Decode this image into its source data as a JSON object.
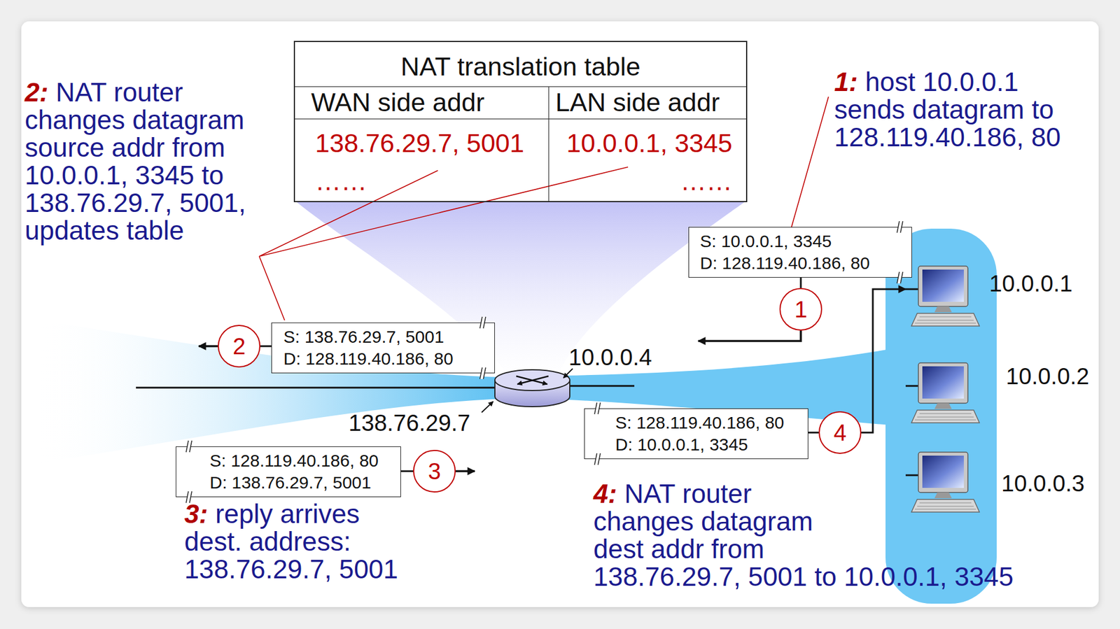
{
  "diagram": {
    "nodes": [
      {
        "text": [
          "NAT translation table"
        ]
      },
      {
        "text": [
          "WAN side addr"
        ],
        "in": 0
      },
      {
        "text": [
          "LAN side addr"
        ],
        "in": 0
      },
      {
        "text": [
          "138.76.29.7, 5001",
          "……"
        ],
        "in": 0
      },
      {
        "text": [
          "10.0.0.1, 3345",
          "……"
        ],
        "in": 0
      },
      {
        "text": [
          "S: 10.0.0.1, 3345",
          "D: 128.119.40.186, 80"
        ]
      },
      {
        "text": [
          "1"
        ]
      },
      {
        "text": [
          "10.0.0.1"
        ]
      },
      {
        "text": [
          "2"
        ]
      },
      {
        "text": [
          "S: 138.76.29.7, 5001",
          "D: 128.119.40.186, 80"
        ]
      },
      {
        "text": [
          "10.0.0.2"
        ]
      },
      {
        "text": [
          "S: 128.119.40.186, 80",
          "D: 10.0.0.1, 3345"
        ]
      },
      {
        "text": [
          "4"
        ]
      },
      {
        "text": [
          "S: 128.119.40.186, 80",
          "D: 138.76.29.7, 5001"
        ]
      },
      {
        "text": [
          "3"
        ]
      },
      {
        "text": [
          "10.0.0.3"
        ]
      }
    ],
    "edges": [
      {
        "from": 5,
        "to": 6,
        "arrow": "none"
      },
      {
        "from": 8,
        "to": 9,
        "arrow": "none"
      },
      {
        "from": 11,
        "to": 12,
        "arrow": "none"
      },
      {
        "from": 12,
        "to": 7,
        "arrow": "to"
      },
      {
        "from": 13,
        "to": 14,
        "arrow": "none"
      }
    ],
    "labels": [
      "2:",
      "NAT router changes datagram source addr from 10.0.0.1, 3345 to 138.76.29.7, 5001, updates table",
      "1:",
      "host 10.0.0.1 sends datagram to 128.119.40.186, 80",
      "10.0.0.4",
      "138.76.29.7",
      "3:",
      "reply arrives dest. address: 138.76.29.7, 5001",
      "4:",
      "NAT router changes datagram dest addr from 138.76.29.7, 5001 to 10.0.0.1, 3345"
    ]
  }
}
